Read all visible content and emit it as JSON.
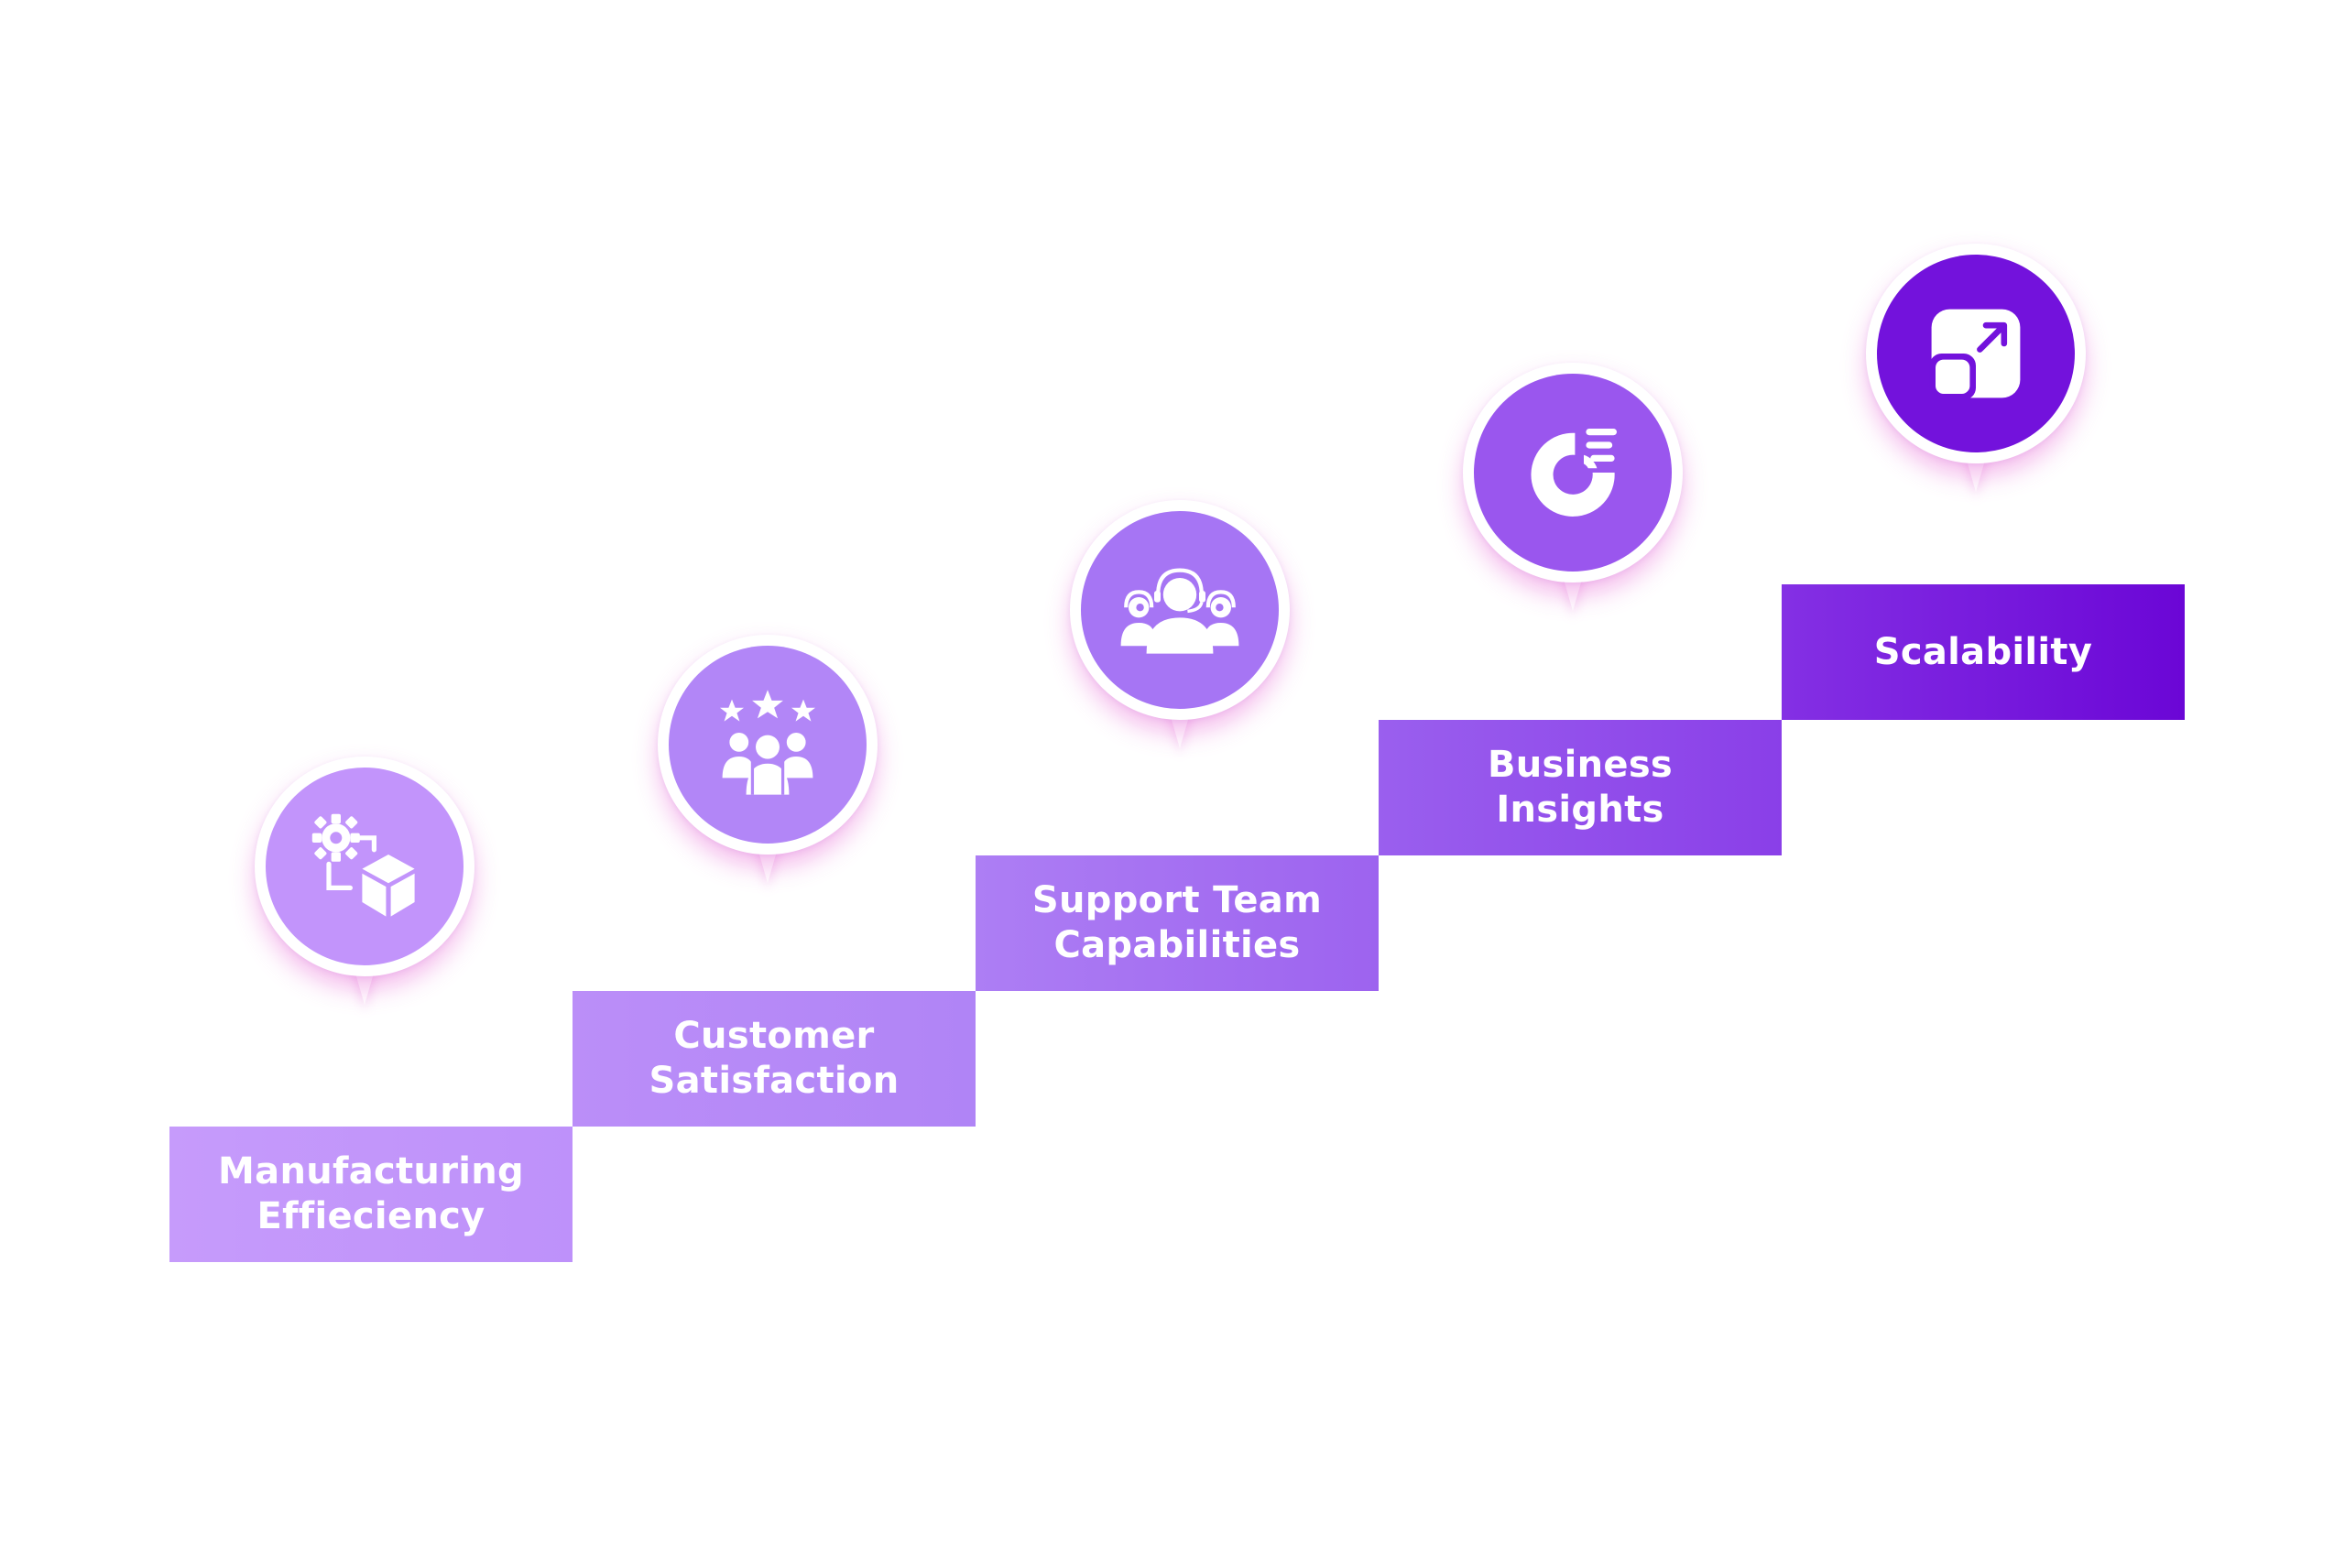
{
  "steps": [
    {
      "label": "Manufacturing\nEffieciency",
      "icon": "gear-box-workflow-icon",
      "color_start": "#c69bfb",
      "color_end": "#be91fa"
    },
    {
      "label": "Customer\nSatisfaction",
      "icon": "customer-group-stars-icon",
      "color_start": "#bb8ef8",
      "color_end": "#b084f6"
    },
    {
      "label": "Support Team\nCapabilities",
      "icon": "support-agents-headset-icon",
      "color_start": "#ad7ef4",
      "color_end": "#9d63ef"
    },
    {
      "label": "Business\nInsights",
      "icon": "donut-chart-insights-icon",
      "color_start": "#9a5fee",
      "color_end": "#8a3fe8"
    },
    {
      "label": "Scalability",
      "icon": "scale-up-arrow-icon",
      "color_start": "#8430e4",
      "color_end": "#6b06d6"
    }
  ],
  "colors": {
    "glow": "#ec78dc",
    "disc_1": "#c294fb",
    "disc_2": "#b286f7",
    "disc_3": "#a675f4",
    "disc_4": "#9a56ee",
    "disc_5": "#7312dc"
  }
}
